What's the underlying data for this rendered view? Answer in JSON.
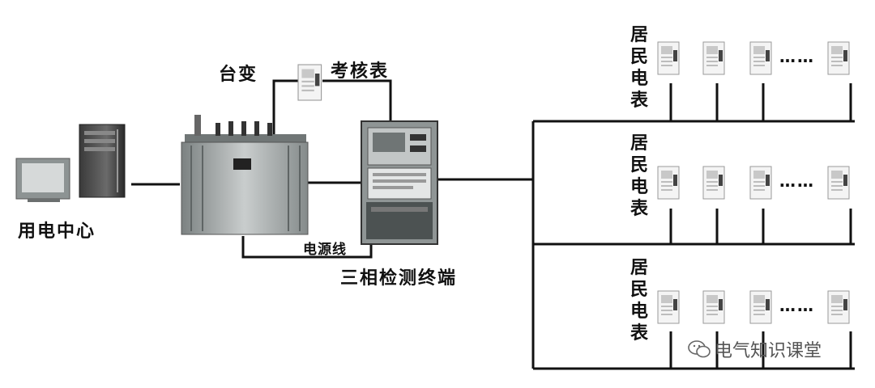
{
  "labels": {
    "center": "用电中心",
    "transformer": "台变",
    "check_meter": "考核表",
    "power_line": "电源线",
    "terminal": "三相检测终端",
    "resident_meter_groups": [
      "居民电表",
      "居民电表",
      "居民电表"
    ],
    "ellipsis": "……"
  },
  "watermark": {
    "text": "电气知识课堂",
    "icon": "wechat-icon"
  },
  "colors": {
    "line": "#111111",
    "device": "#9aa0a0",
    "background": "#ffffff"
  }
}
